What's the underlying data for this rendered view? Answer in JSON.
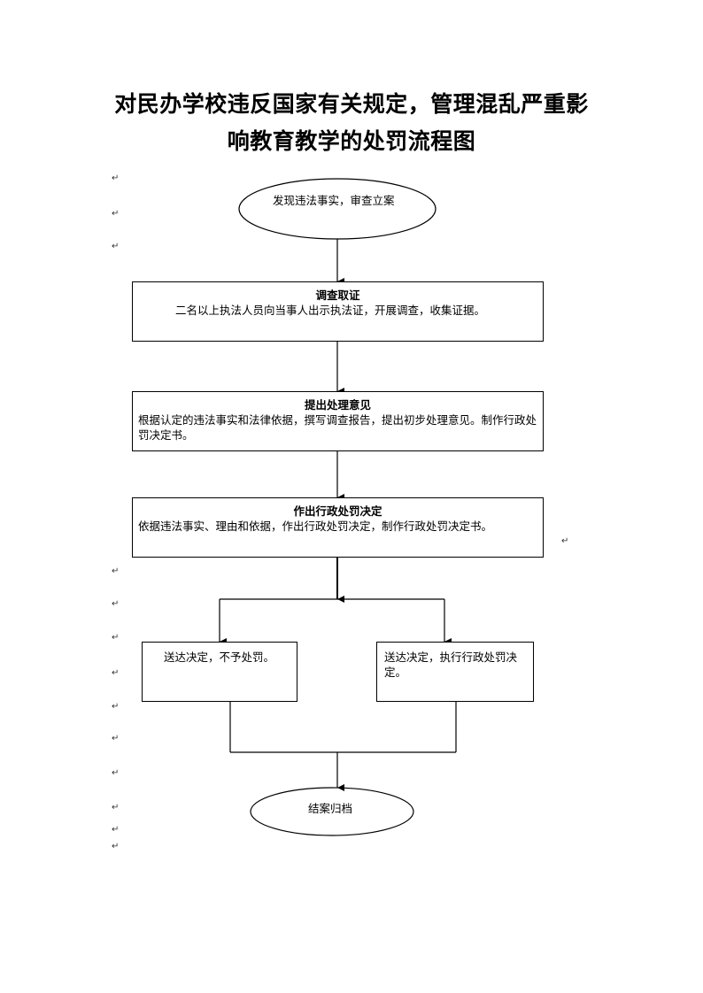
{
  "title_line1": "对民办学校违反国家有关规定，管理混乱严重影",
  "title_line2": "响教育教学的处罚流程图",
  "start_node": "发现违法事实，审查立案",
  "steps": [
    {
      "head": "调查取证",
      "body": "二名以上执法人员向当事人出示执法证，开展调查，收集证据。"
    },
    {
      "head": "提出处理意见",
      "body": "根据认定的违法事实和法律依据，撰写调查报告，提出初步处理意见。制作行政处罚决定书。"
    },
    {
      "head": "作出行政处罚决定",
      "body": "依据违法事实、理由和依据，作出行政处罚决定，制作行政处罚决定书。"
    }
  ],
  "branch_left": "送达决定，不予处罚。",
  "branch_right": "送达决定，执行行政处罚决定。",
  "end_node": "结案归档",
  "para_mark": "↵"
}
